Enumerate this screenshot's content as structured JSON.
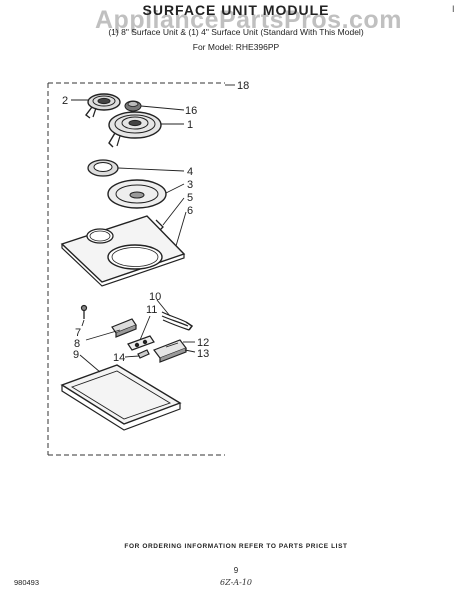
{
  "header": {
    "watermark": "AppliancePartsPros.com",
    "title": "SURFACE UNIT MODULE",
    "subtitle": "(1) 8\" Surface Unit & (1) 4\" Surface Unit (Standard With This Model)",
    "model_line": "For Model: RHE396PP",
    "corner_mark": "I"
  },
  "diagram": {
    "callouts": [
      {
        "label": "18"
      },
      {
        "label": "2"
      },
      {
        "label": "16"
      },
      {
        "label": "1"
      },
      {
        "label": "4"
      },
      {
        "label": "3"
      },
      {
        "label": "5"
      },
      {
        "label": "6"
      },
      {
        "label": "10"
      },
      {
        "label": "11"
      },
      {
        "label": "7"
      },
      {
        "label": "8"
      },
      {
        "label": "12"
      },
      {
        "label": "13"
      },
      {
        "label": "14"
      },
      {
        "label": "9"
      }
    ]
  },
  "footer": {
    "note": "FOR ORDERING INFORMATION REFER TO PARTS PRICE LIST",
    "doc_number": "980493",
    "page_number": "9",
    "handwritten_code": "6Z-A-10"
  }
}
